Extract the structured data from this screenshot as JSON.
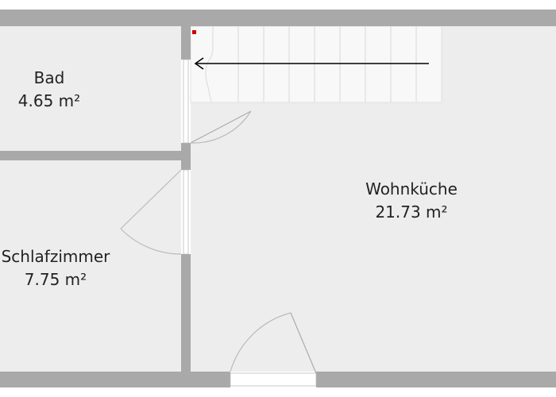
{
  "rooms": [
    {
      "id": "bad",
      "name": "Bad",
      "area": "4.65 m²"
    },
    {
      "id": "wohnkueche",
      "name": "Wohnküche",
      "area": "21.73 m²"
    },
    {
      "id": "schlafzimmer",
      "name": "Schlafzimmer",
      "area": "7.75 m²"
    }
  ],
  "colors": {
    "wall": "#a9a9a9",
    "floor": "#ededed",
    "stairs": "#f7f7f7",
    "arrow": "#000000",
    "marker": "#cc0000"
  },
  "icons": {
    "stair_direction": "arrow-left-icon",
    "stair_marker": "red-square-icon",
    "doors": "door-swing-icon"
  }
}
